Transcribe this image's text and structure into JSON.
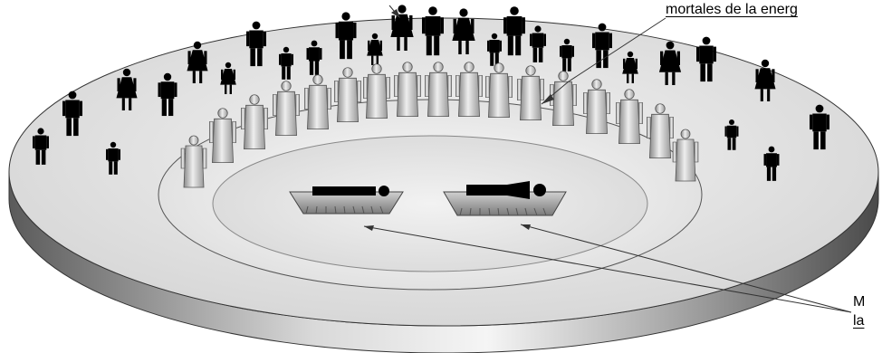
{
  "labels": {
    "top_right": "mortales de la energ",
    "bottom_right_line1": "M",
    "bottom_right_line2": "la"
  },
  "colors": {
    "platform_light": "#e6e6e6",
    "platform_dark": "#6a6a6a",
    "figure_dark": "#000000",
    "figure_robed": "#bdbdbd"
  },
  "figures": {
    "standing_people_icon": "person-silhouette-icon",
    "robed_figure_icon": "robed-figure-icon",
    "lying_figure_icon": "lying-person-icon"
  }
}
